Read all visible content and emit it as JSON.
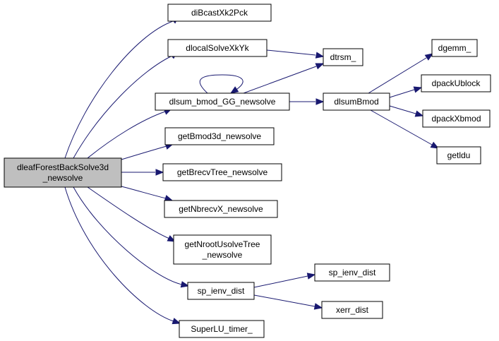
{
  "graph": {
    "nodes": {
      "root": [
        "dleafForestBackSolve3d",
        "_newsolve"
      ],
      "dibcast": [
        "diBcastXk2Pck"
      ],
      "dlocalsolve": [
        "dlocalSolveXkYk"
      ],
      "dlsumbmodgg": [
        "dlsum_bmod_GG_newsolve"
      ],
      "getbmod3d": [
        "getBmod3d_newsolve"
      ],
      "getbrecv": [
        "getBrecvTree_newsolve"
      ],
      "getnbrecv": [
        "getNbrecvX_newsolve"
      ],
      "getnroot": [
        "getNrootUsolveTree",
        "_newsolve"
      ],
      "spienv": [
        "sp_ienv_dist"
      ],
      "superlu": [
        "SuperLU_timer_"
      ],
      "dtrsm": [
        "dtrsm_"
      ],
      "dlsumbmod": [
        "dlsumBmod"
      ],
      "dgemm": [
        "dgemm_"
      ],
      "dpackublock": [
        "dpackUblock"
      ],
      "dpackxbmod": [
        "dpackXbmod"
      ],
      "getldu": [
        "getldu"
      ],
      "spienv2": [
        "sp_ienv_dist"
      ],
      "xerr": [
        "xerr_dist"
      ]
    },
    "edges": [
      [
        "root",
        "dibcast"
      ],
      [
        "root",
        "dlocalsolve"
      ],
      [
        "root",
        "dlsumbmodgg"
      ],
      [
        "root",
        "getbmod3d"
      ],
      [
        "root",
        "getbrecv"
      ],
      [
        "root",
        "getnbrecv"
      ],
      [
        "root",
        "getnroot"
      ],
      [
        "root",
        "spienv"
      ],
      [
        "root",
        "superlu"
      ],
      [
        "dlocalsolve",
        "dtrsm"
      ],
      [
        "dlsumbmodgg",
        "dlsumbmodgg"
      ],
      [
        "dlsumbmodgg",
        "dtrsm"
      ],
      [
        "dlsumbmodgg",
        "dlsumbmod"
      ],
      [
        "dlsumbmod",
        "dgemm"
      ],
      [
        "dlsumbmod",
        "dpackublock"
      ],
      [
        "dlsumbmod",
        "dpackxbmod"
      ],
      [
        "dlsumbmod",
        "getldu"
      ],
      [
        "spienv",
        "spienv2"
      ],
      [
        "spienv",
        "xerr"
      ]
    ],
    "colors": {
      "edge": "#191970",
      "root_fill": "#bfbfbf",
      "node_fill": "#ffffff"
    }
  }
}
